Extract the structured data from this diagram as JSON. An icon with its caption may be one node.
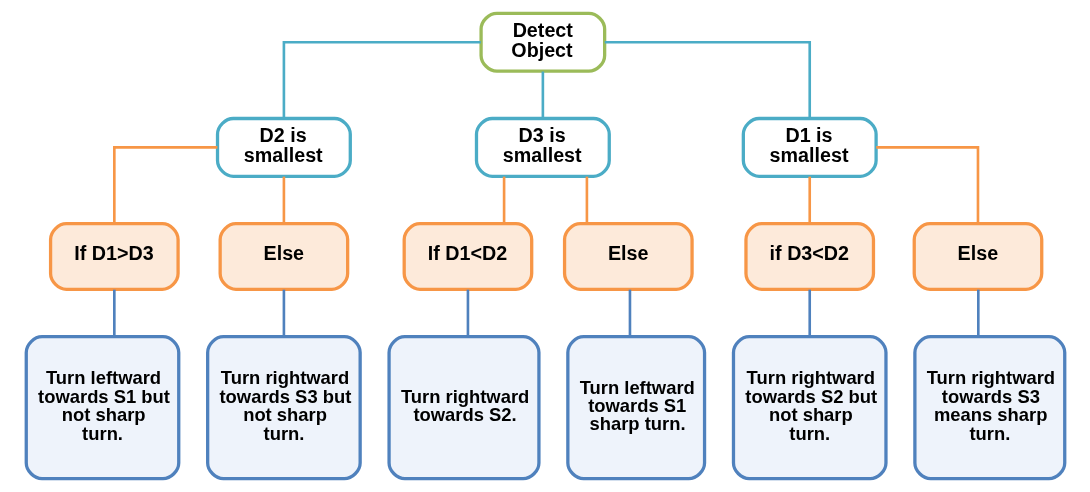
{
  "diagram": {
    "nodes": [
      {
        "text": [
          "Detect Object"
        ]
      },
      {
        "text": [
          "D2 is smallest"
        ]
      },
      {
        "text": [
          "D3 is smallest"
        ]
      },
      {
        "text": [
          "D1 is smallest"
        ]
      },
      {
        "text": [
          "If D1>D3"
        ]
      },
      {
        "text": [
          "Else"
        ]
      },
      {
        "text": [
          "If D1<D2"
        ]
      },
      {
        "text": [
          "Else"
        ]
      },
      {
        "text": [
          "if D3<D2"
        ]
      },
      {
        "text": [
          "Else"
        ]
      },
      {
        "text": [
          "Turn leftward towards S1 but not sharp turn."
        ]
      },
      {
        "text": [
          "Turn rightward towards S3 but not sharp turn."
        ]
      },
      {
        "text": [
          "Turn rightward towards S2."
        ]
      },
      {
        "text": [
          "Turn leftward towards S1 sharp turn."
        ]
      },
      {
        "text": [
          "Turn rightward towards S2 but not sharp turn."
        ]
      },
      {
        "text": [
          "Turn rightward towards S3 means sharp turn."
        ]
      }
    ],
    "edges": [
      {
        "from": 0,
        "to": 1,
        "arrow": "none",
        "color": "#4bacc6"
      },
      {
        "from": 0,
        "to": 2,
        "arrow": "none",
        "color": "#4bacc6"
      },
      {
        "from": 0,
        "to": 3,
        "arrow": "none",
        "color": "#4bacc6"
      },
      {
        "from": 1,
        "to": 4,
        "arrow": "none",
        "color": "#f79646"
      },
      {
        "from": 1,
        "to": 5,
        "arrow": "none",
        "color": "#f79646"
      },
      {
        "from": 2,
        "to": 6,
        "arrow": "none",
        "color": "#f79646"
      },
      {
        "from": 2,
        "to": 7,
        "arrow": "none",
        "color": "#f79646"
      },
      {
        "from": 3,
        "to": 8,
        "arrow": "none",
        "color": "#f79646"
      },
      {
        "from": 3,
        "to": 9,
        "arrow": "none",
        "color": "#f79646"
      },
      {
        "from": 4,
        "to": 10,
        "arrow": "none",
        "color": "#4f81bd"
      },
      {
        "from": 5,
        "to": 11,
        "arrow": "none",
        "color": "#4f81bd"
      },
      {
        "from": 6,
        "to": 12,
        "arrow": "none",
        "color": "#4f81bd"
      },
      {
        "from": 7,
        "to": 13,
        "arrow": "none",
        "color": "#4f81bd"
      },
      {
        "from": 8,
        "to": 14,
        "arrow": "none",
        "color": "#4f81bd"
      },
      {
        "from": 9,
        "to": 15,
        "arrow": "none",
        "color": "#4f81bd"
      }
    ]
  }
}
